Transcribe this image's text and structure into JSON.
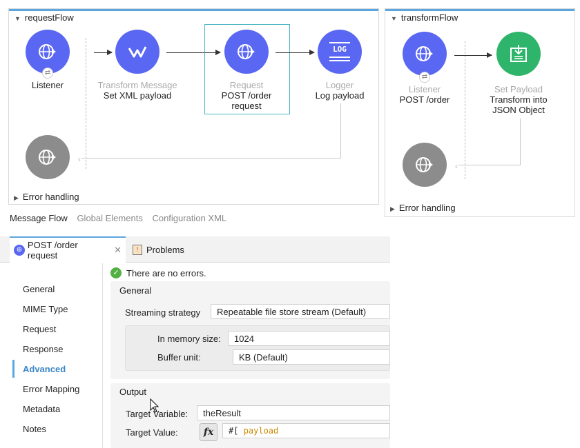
{
  "request_flow": {
    "title": "requestFlow",
    "nodes": [
      {
        "faint": "",
        "label": "Listener"
      },
      {
        "faint": "Transform Message",
        "label": "Set XML payload"
      },
      {
        "faint": "Request",
        "label": "POST /order request"
      },
      {
        "faint": "Logger",
        "label": "Log payload"
      }
    ],
    "logger_icon_text": "LOG",
    "error_handling": "Error handling"
  },
  "transform_flow": {
    "title": "transformFlow",
    "nodes": [
      {
        "faint": "Listener",
        "label": "POST /order"
      },
      {
        "faint": "Set Payload",
        "label": "Transform into JSON Object"
      }
    ],
    "error_handling": "Error handling"
  },
  "canvas_tabs": [
    "Message Flow",
    "Global Elements",
    "Configuration XML"
  ],
  "editor_tabs": {
    "active": "POST /order request",
    "other": "Problems"
  },
  "status": "There are no errors.",
  "sidebar": [
    "General",
    "MIME Type",
    "Request",
    "Response",
    "Advanced",
    "Error Mapping",
    "Metadata",
    "Notes"
  ],
  "active_sidebar": "Advanced",
  "general": {
    "heading": "General",
    "streaming_label": "Streaming strategy",
    "streaming_value": "Repeatable file store stream (Default)",
    "memory_label": "In memory size:",
    "memory_value": "1024",
    "buffer_label": "Buffer unit:",
    "buffer_value": "KB (Default)"
  },
  "output": {
    "heading": "Output",
    "target_var_label": "Target Variable:",
    "target_var_value": "theResult",
    "target_val_label": "Target Value:",
    "fx_label": "fx",
    "expr_prefix": "#[",
    "expr_value": "payload"
  },
  "colors": {
    "accent": "#5aa6e0",
    "node_blue": "#5a67f2",
    "node_green": "#2fb56b",
    "node_grey": "#8c8c8c",
    "expr": "#c98a00"
  }
}
